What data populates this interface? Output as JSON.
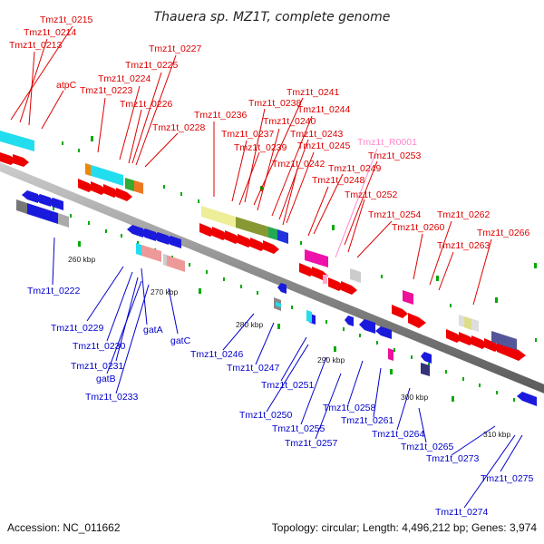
{
  "title": "Thauera sp. MZ1T, complete genome",
  "accession": "Accession: NC_011662",
  "summary": "Topology: circular; Length: 4,496,212 bp; Genes: 3,974",
  "colors": {
    "top_strand_label": "#dd0000",
    "bottom_strand_label": "#0000cc",
    "rna_label": "#ff88cc",
    "axis": "#888888",
    "forward_gene": "#ee0000",
    "reverse_gene": "#1a1add",
    "tick": "#00aa00"
  },
  "scale_labels": [
    "260 kbp",
    "270 kbp",
    "280 kbp",
    "290 kbp",
    "300 kbp",
    "310 kbp"
  ],
  "top_labels": [
    "Tmz1t_0215",
    "Tmz1t_0214",
    "Tmz1t_0213",
    "atpC",
    "Tmz1t_0227",
    "Tmz1t_0225",
    "Tmz1t_0224",
    "Tmz1t_0223",
    "Tmz1t_0226",
    "Tmz1t_0228",
    "Tmz1t_0236",
    "Tmz1t_0241",
    "Tmz1t_0238",
    "Tmz1t_0244",
    "Tmz1t_0240",
    "Tmz1t_0237",
    "Tmz1t_0243",
    "Tmz1t_0239",
    "Tmz1t_0245",
    "Tmz1t_0242",
    "Tmz1t_0249",
    "Tmz1t_0253",
    "Tmz1t_0248",
    "Tmz1t_0252",
    "Tmz1t_0254",
    "Tmz1t_0262",
    "Tmz1t_0260",
    "Tmz1t_0266",
    "Tmz1t_0263"
  ],
  "rna_labels": [
    "Tmz1t_R0001"
  ],
  "bottom_labels": [
    "Tmz1t_0222",
    "Tmz1t_0229",
    "Tmz1t_0230",
    "gatA",
    "gatC",
    "Tmz1t_0231",
    "gatB",
    "Tmz1t_0233",
    "Tmz1t_0246",
    "Tmz1t_0247",
    "Tmz1t_0251",
    "Tmz1t_0250",
    "Tmz1t_0255",
    "Tmz1t_0258",
    "Tmz1t_0261",
    "Tmz1t_0257",
    "Tmz1t_0264",
    "Tmz1t_0265",
    "Tmz1t_0273",
    "Tmz1t_0275",
    "Tmz1t_0274"
  ]
}
